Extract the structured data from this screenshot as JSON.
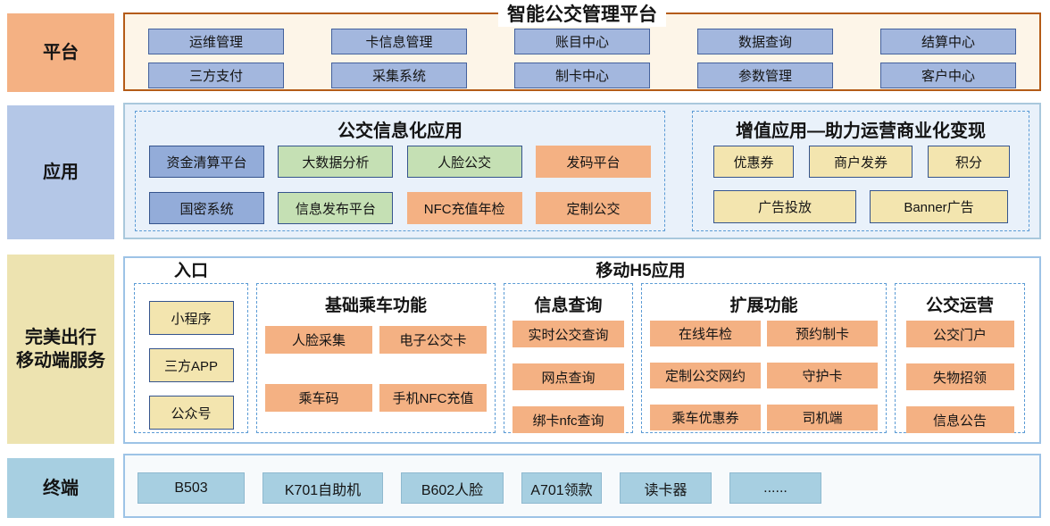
{
  "palette": {
    "orange": "#F4B183",
    "blue_light": "#B4C7E7",
    "blue_button": "#A3B7DE",
    "blue_cell": "#93ACD9",
    "green_cell": "#C5E0B4",
    "yellow_cell": "#F3E5AF",
    "khaki_label": "#EDE3B0",
    "teal_label": "#A7CFE1",
    "navy_border": "#35548D",
    "dash_border": "#5B9BD5",
    "platform_border": "#B45B17",
    "platform_bg": "#FDF5E8",
    "app_bg": "#E9F1FA"
  },
  "platform_row": {
    "label": "平台",
    "title": "智能公交管理平台",
    "items": [
      "运维管理",
      "卡信息管理",
      "账目中心",
      "数据查询",
      "结算中心",
      "三方支付",
      "采集系统",
      "制卡中心",
      "参数管理",
      "客户中心"
    ]
  },
  "application_row": {
    "label": "应用",
    "info_group": {
      "title": "公交信息化应用",
      "items": [
        {
          "label": "资金清算平台",
          "style": "blue"
        },
        {
          "label": "大数据分析",
          "style": "green"
        },
        {
          "label": "人脸公交",
          "style": "green"
        },
        {
          "label": "发码平台",
          "style": "orange"
        },
        {
          "label": "国密系统",
          "style": "blue"
        },
        {
          "label": "信息发布平台",
          "style": "green"
        },
        {
          "label": "NFC充值年检",
          "style": "orange"
        },
        {
          "label": "定制公交",
          "style": "orange"
        }
      ]
    },
    "value_group": {
      "title": "增值应用—助力运营商业化变现",
      "row1": [
        "优惠券",
        "商户发券",
        "积分"
      ],
      "row2": [
        "广告投放",
        "Banner广告"
      ]
    }
  },
  "mobile_row": {
    "label_line1": "完美出行",
    "label_line2": "移动端服务",
    "entry": {
      "title": "入口",
      "items": [
        "小程序",
        "三方APP",
        "公众号"
      ]
    },
    "h5_title": "移动H5应用",
    "groups": [
      {
        "title": "基础乘车功能",
        "items": [
          "人脸采集",
          "电子公交卡",
          "乘车码",
          "手机NFC充值"
        ]
      },
      {
        "title": "信息查询",
        "items": [
          "实时公交查询",
          "网点查询",
          "绑卡nfc查询"
        ]
      },
      {
        "title": "扩展功能",
        "items": [
          "在线年检",
          "预约制卡",
          "定制公交网约",
          "守护卡",
          "乘车优惠券",
          "司机端"
        ]
      },
      {
        "title": "公交运营",
        "items": [
          "公交门户",
          "失物招领",
          "信息公告"
        ]
      }
    ]
  },
  "terminal_row": {
    "label": "终端",
    "items": [
      "B503",
      "K701自助机",
      "B602人脸",
      "A701领款",
      "读卡器",
      "......"
    ]
  }
}
